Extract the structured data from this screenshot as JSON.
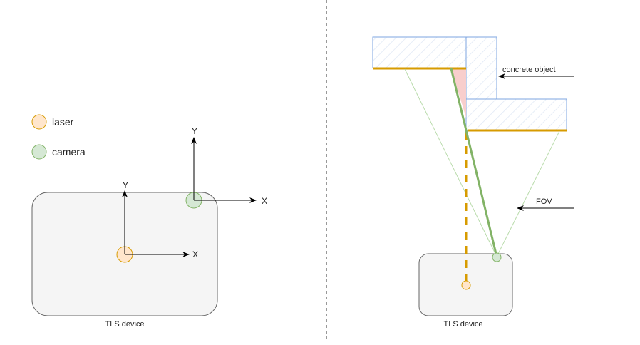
{
  "legend": {
    "laser": "laser",
    "camera": "camera"
  },
  "left": {
    "device_label": "TLS device",
    "laser_x": "X",
    "laser_y": "Y",
    "camera_x": "X",
    "camera_y": "Y"
  },
  "right": {
    "device_label": "TLS device",
    "object_label": "concrete object",
    "fov_label": "FOV"
  },
  "colors": {
    "laser_fill": "#ffe6cc",
    "laser_stroke": "#d79b00",
    "camera_fill": "#d5e8d4",
    "camera_stroke": "#82b366",
    "object_stroke": "#7ea6e0",
    "occlusion": "#f8cecc",
    "device_fill": "#f5f5f5"
  }
}
